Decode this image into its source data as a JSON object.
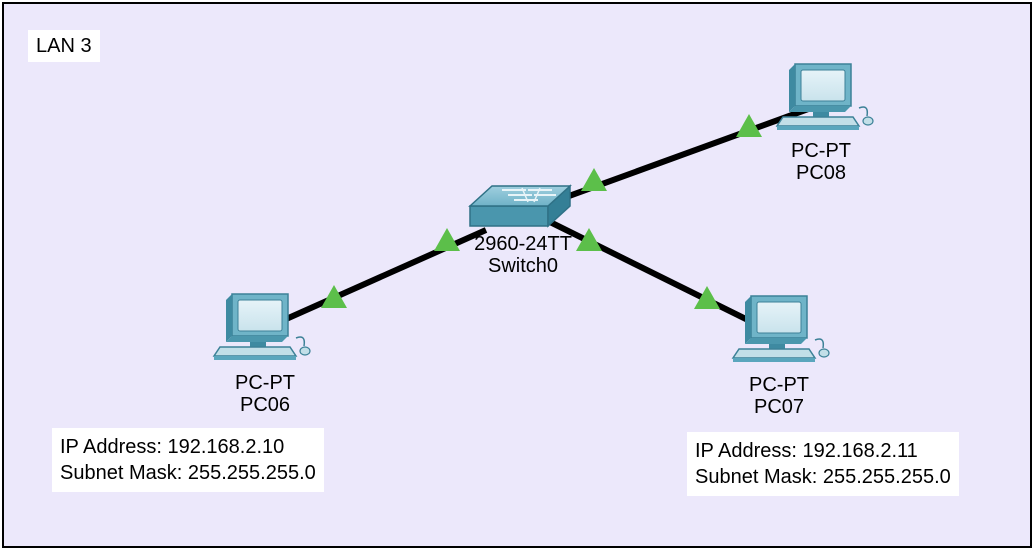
{
  "lan_label": "LAN 3",
  "devices": {
    "switch": {
      "model": "2960-24TT",
      "name": "Switch0"
    },
    "pc06": {
      "model": "PC-PT",
      "name": "PC06",
      "ip_line": "IP Address: 192.168.2.10",
      "mask_line": "Subnet Mask: 255.255.255.0"
    },
    "pc07": {
      "model": "PC-PT",
      "name": "PC07",
      "ip_line": "IP Address: 192.168.2.11",
      "mask_line": "Subnet Mask: 255.255.255.0"
    },
    "pc08": {
      "model": "PC-PT",
      "name": "PC08"
    }
  },
  "links": [
    {
      "from": "Switch0",
      "to": "PC06",
      "status": "up"
    },
    {
      "from": "Switch0",
      "to": "PC07",
      "status": "up"
    },
    {
      "from": "Switch0",
      "to": "PC08",
      "status": "up"
    }
  ],
  "colors": {
    "background": "#ece8fb",
    "link": "#000000",
    "link_up_indicator": "#5cbf4a",
    "device": "#5aa6bd"
  }
}
